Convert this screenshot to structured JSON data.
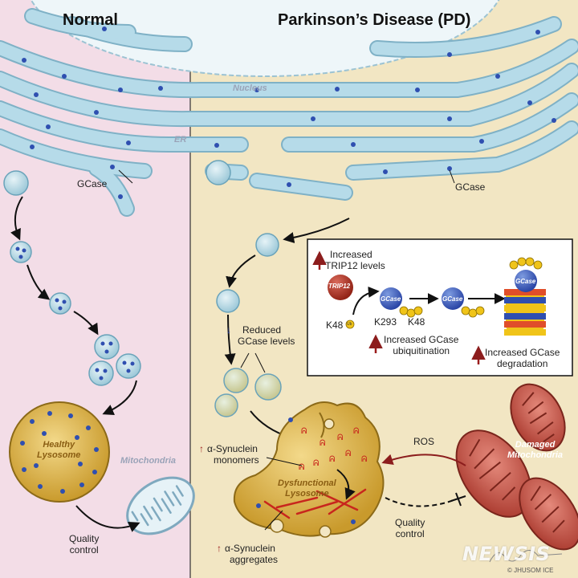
{
  "titles": {
    "normal": "Normal",
    "pd": "Parkinson’s Disease (PD)"
  },
  "labels": {
    "nucleus": "Nucleus",
    "er": "ER",
    "gcase_normal": "GCase",
    "gcase_pd": "GCase",
    "healthy_lysosome_line1": "Healthy",
    "healthy_lysosome_line2": "Lysosome",
    "mitochondria": "Mitochondria",
    "quality_control_normal_line1": "Quality",
    "quality_control_normal_line2": "control",
    "reduced_gcase_line1": "Reduced",
    "reduced_gcase_line2": "GCase levels",
    "synuclein_monomers_line1": "α-Synuclein",
    "synuclein_monomers_line2": "monomers",
    "dysfunctional_lysosome_line1": "Dysfunctional",
    "dysfunctional_lysosome_line2": "Lysosome",
    "synuclein_aggregates_line1": "α-Synuclein",
    "synuclein_aggregates_line2": "aggregates",
    "ros": "ROS",
    "damaged_mito_line1": "Damaged",
    "damaged_mito_line2": "Mitochondria",
    "quality_control_pd_line1": "Quality",
    "quality_control_pd_line2": "control"
  },
  "inset": {
    "trip12_levels_line1": "Increased",
    "trip12_levels_line2": "TRIP12 levels",
    "trip12": "TRIP12",
    "k48_left": "K48",
    "k293": "K293",
    "k48_right": "K48",
    "gcase_1": "GCase",
    "gcase_2": "GCase",
    "gcase_3": "GCase",
    "ub": "Ub",
    "ubiq_line1": "Increased GCase",
    "ubiq_line2": "ubiquitination",
    "degr_line1": "Increased GCase",
    "degr_line2": "degradation"
  },
  "arrows": {
    "up": "↑",
    "down": "↓"
  },
  "watermark": {
    "brand": "NEWSIS",
    "credit": "© JHUSOM ICE",
    "signature": "Y.Soo 2021"
  },
  "colors": {
    "left_bg": "#f3dde7",
    "right_bg": "#f2e6c3",
    "nucleus": "#eef6f9",
    "er_fill": "#b6dbe9",
    "er_edge": "#7fb1c6",
    "gcase_dot": "#2f4fb0",
    "lysosome": "#d7ad3d",
    "mito_healthy": "#e6f2f7",
    "mito_damaged": "#c4574b",
    "aggregate": "#c8261d",
    "up_arrow": "#9b1c1c",
    "down_arrow": "#2a3f9e"
  }
}
